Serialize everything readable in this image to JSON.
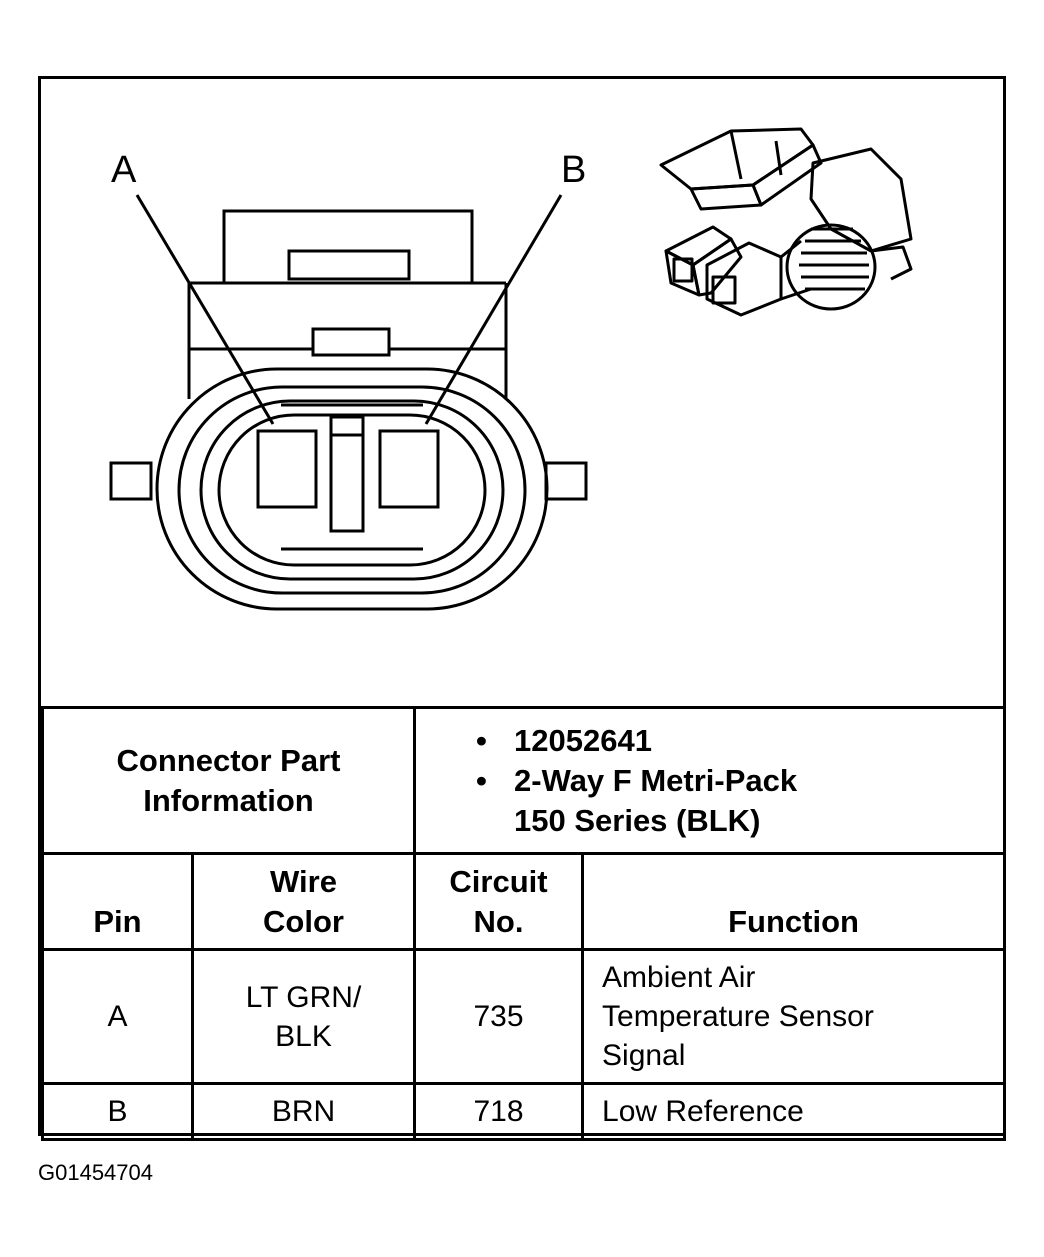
{
  "diagram": {
    "pin_labels": [
      "A",
      "B"
    ]
  },
  "connector_info": {
    "label_line1": "Connector Part",
    "label_line2": "Information",
    "part_number": "12052641",
    "description_line1": "2-Way F Metri-Pack",
    "description_line2": "150 Series (BLK)"
  },
  "table": {
    "headers": {
      "pin": "Pin",
      "wire_color_line1": "Wire",
      "wire_color_line2": "Color",
      "circuit_line1": "Circuit",
      "circuit_line2": "No.",
      "function": "Function"
    },
    "rows": [
      {
        "pin": "A",
        "wire_color_line1": "LT GRN/",
        "wire_color_line2": "BLK",
        "circuit": "735",
        "function_line1": "Ambient Air",
        "function_line2": "Temperature Sensor",
        "function_line3": "Signal"
      },
      {
        "pin": "B",
        "wire_color_line1": "BRN",
        "circuit": "718",
        "function_line1": "Low Reference"
      }
    ]
  },
  "figure_id": "G01454704"
}
